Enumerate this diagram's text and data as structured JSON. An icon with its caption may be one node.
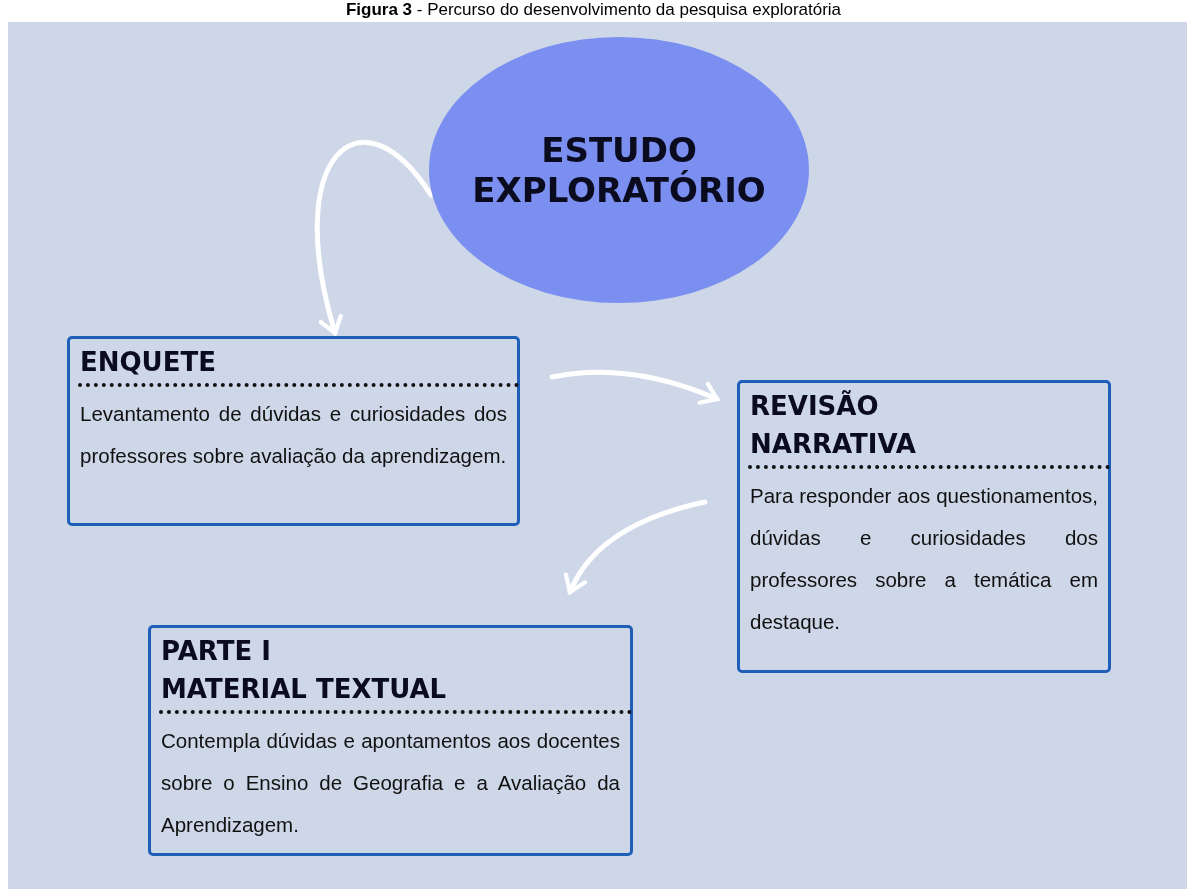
{
  "diagram": {
    "title": "**Figura 3** - Percurso do desenvolvimento da pesquisa exploratória",
    "nodes": [
      {
        "text": [
          "ESTUDO EXPLORATÓRIO"
        ]
      },
      {
        "text": [
          "ENQUETE",
          "Levantamento de dúvidas e curiosidades dos professores sobre avaliação da aprendizagem."
        ]
      },
      {
        "text": [
          "REVISÃO NARRATIVA",
          "Para responder aos questionamentos, dúvidas e curiosidades dos professores sobre a temática em destaque."
        ]
      },
      {
        "text": [
          "PARTE I",
          "MATERIAL TEXTUAL",
          "Contempla dúvidas e apontamentos aos docentes sobre o Ensino de Geografia e a Avaliação da Aprendizagem."
        ]
      }
    ],
    "edges": [
      {
        "from": 0,
        "to": 1,
        "arrow": "to"
      },
      {
        "from": 1,
        "to": 2,
        "arrow": "to"
      },
      {
        "from": 2,
        "to": 3,
        "arrow": "to"
      }
    ]
  }
}
